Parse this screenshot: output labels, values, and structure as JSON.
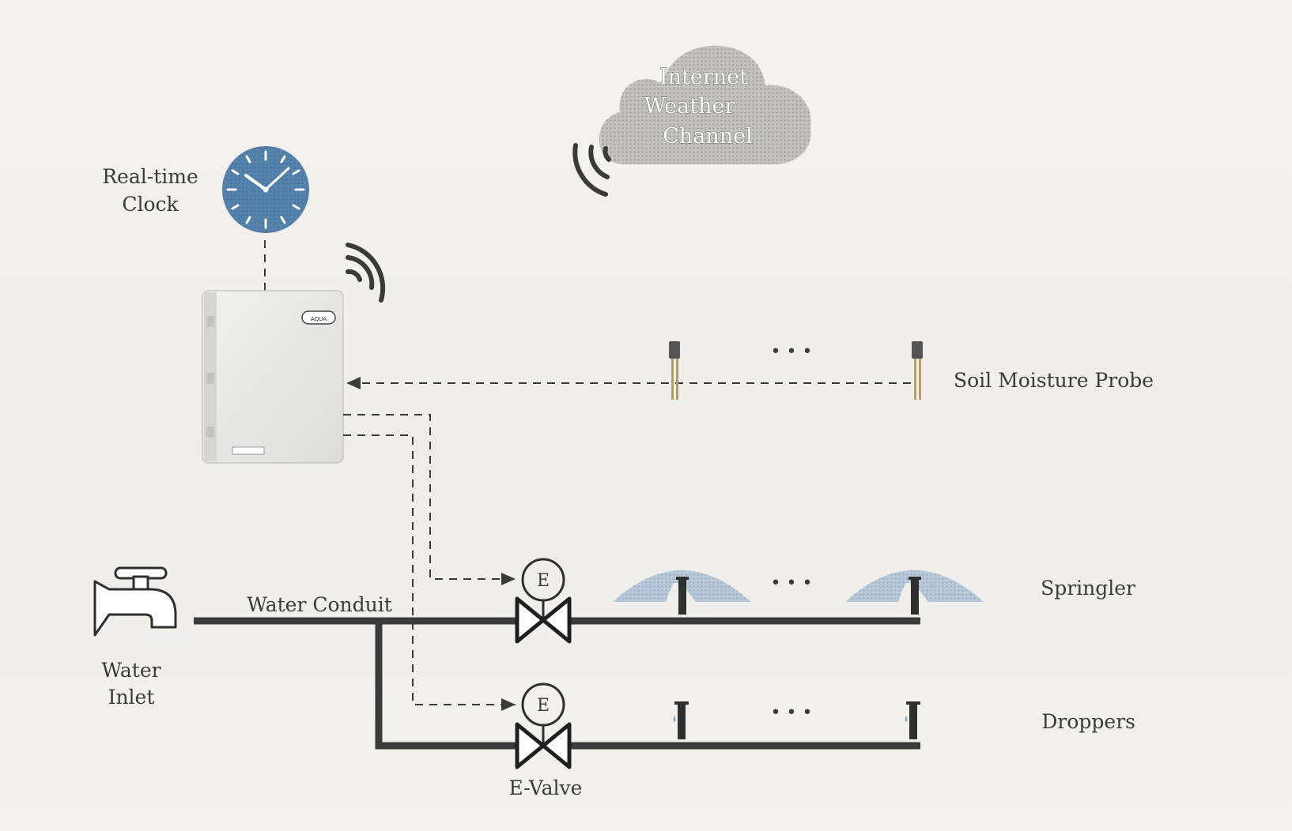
{
  "labels": {
    "clock": [
      "Real-time",
      "Clock"
    ],
    "cloud": [
      "Internet",
      "Weather",
      "Channel"
    ],
    "controller_badge": "AQUA",
    "soil_probe": "Soil Moisture Probe",
    "sprinkler": "Springler",
    "droppers": "Droppers",
    "water_inlet": [
      "Water",
      "Inlet"
    ],
    "water_conduit": "Water Conduit",
    "e_valve": "E-Valve",
    "valve_letter": "E",
    "ellipsis": "• • •"
  },
  "colors": {
    "clock_face": "#4f7ea7",
    "cloud": "#b9b7b3",
    "spray": "#a9bfd3",
    "pipe": "#3b3b3b",
    "line": "#3a3a3a",
    "controller": "#e9e9e7"
  },
  "icons": [
    "clock-icon",
    "cloud-icon",
    "wifi-icon",
    "controller-box-icon",
    "probe-icon",
    "faucet-icon",
    "valve-icon",
    "sprinkler-icon",
    "dropper-icon"
  ]
}
